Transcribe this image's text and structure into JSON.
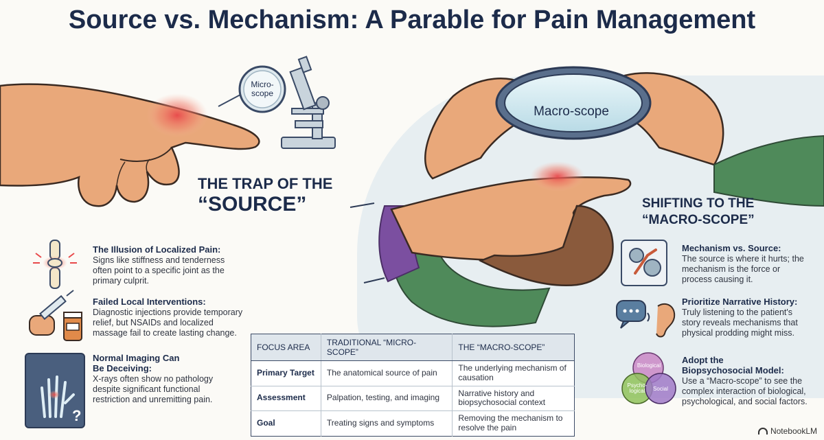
{
  "title": "Source vs. Mechanism: A Parable for Pain Management",
  "left_section": {
    "heading_line1": "THE TRAP OF THE",
    "heading_line2": "“SOURCE”",
    "microscope_label": "Micro-\nscope",
    "items": [
      {
        "icon": "knee-joint-icon",
        "title": "The Illusion of Localized Pain:",
        "body": "Signs like stiffness and tenderness often point to a specific joint as the primary culprit."
      },
      {
        "icon": "syringe-icon",
        "title": "Failed Local Interventions:",
        "body": "Diagnostic injections provide temporary relief, but NSAIDs and localized massage fail to create lasting change."
      },
      {
        "icon": "xray-hand-icon",
        "title": "Normal Imaging Can Be Deceiving:",
        "body": "X-rays often show no pathology despite significant functional restriction and unremitting pain."
      }
    ]
  },
  "right_section": {
    "heading_line1": "SHIFTING TO THE",
    "heading_line2": "“MACRO-SCOPE”",
    "macroscope_label": "Macro-scope",
    "items": [
      {
        "icon": "gears-mechanism-icon",
        "title": "Mechanism vs. Source:",
        "body": "The source is where it hurts; the mechanism is the force or process causing it."
      },
      {
        "icon": "speech-ear-icon",
        "title": "Prioritize Narrative History:",
        "body": "Truly listening to the patient's story reveals mechanisms that physical prodding might miss."
      },
      {
        "icon": "venn-diagram-icon",
        "title": "Adopt the Biopsychosocial Model:",
        "body": "Use a “Macro-scope” to see the complex interaction of biological, psychological, and social factors."
      }
    ],
    "venn_labels": [
      "Biological",
      "Psycho-\nlogical",
      "Social"
    ]
  },
  "table": {
    "headers": [
      "FOCUS AREA",
      "TRADITIONAL “MICRO-SCOPE”",
      "THE “MACRO-SCOPE”"
    ],
    "rows": [
      [
        "Primary Target",
        "The anatomical source of pain",
        "The underlying mechanism of causation"
      ],
      [
        "Assessment",
        "Palpation, testing, and imaging",
        "Narrative history and biopsychosocial context"
      ],
      [
        "Goal",
        "Treating signs and symptoms",
        "Removing the mechanism to resolve the pain"
      ]
    ]
  },
  "footer": {
    "brand": "NotebookLM"
  },
  "colors": {
    "navy": "#1c2b4a",
    "skin": "#e9a87a",
    "skin_shadow": "#c98257",
    "pain_red": "#e8484a",
    "green_sleeve": "#4f8a5a",
    "purple_sleeve": "#7b4fa0",
    "panel_bg": "#e7eef1"
  }
}
